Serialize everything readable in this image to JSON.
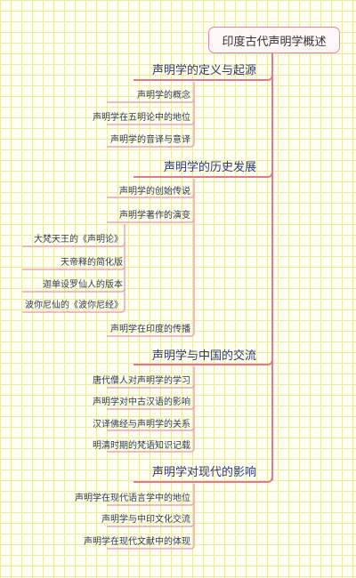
{
  "root": {
    "title": "印度古代声明学概述"
  },
  "sections": [
    {
      "title": "声明学的定义与起源",
      "items": [
        "声明学的概念",
        "声明学在五明论中的地位",
        "声明学的音译与意译"
      ]
    },
    {
      "title": "声明学的历史发展",
      "items": [
        "声明学的创始传说",
        "声明学著作的演变",
        "声明学在印度的传播"
      ],
      "subitems": [
        "大梵天王的《声明论》",
        "天帝释的简化版",
        "迦单设罗仙人的版本",
        "波你尼仙的《波你尼经》"
      ]
    },
    {
      "title": "声明学与中国的交流",
      "items": [
        "唐代僧人对声明学的学习",
        "声明学对中古汉语的影响",
        "汉译佛经与声明学的关系",
        "明清时期的梵语知识记载"
      ]
    },
    {
      "title": "声明学对现代的影响",
      "items": [
        "声明学在现代语言学中的地位",
        "声明学与中印文化交流",
        "声明学在现代文献中的体现"
      ]
    }
  ],
  "colors": {
    "branch": "#e07b8f",
    "leaf_branch": "#e9a6b3",
    "section_text": "#2c3a78"
  }
}
